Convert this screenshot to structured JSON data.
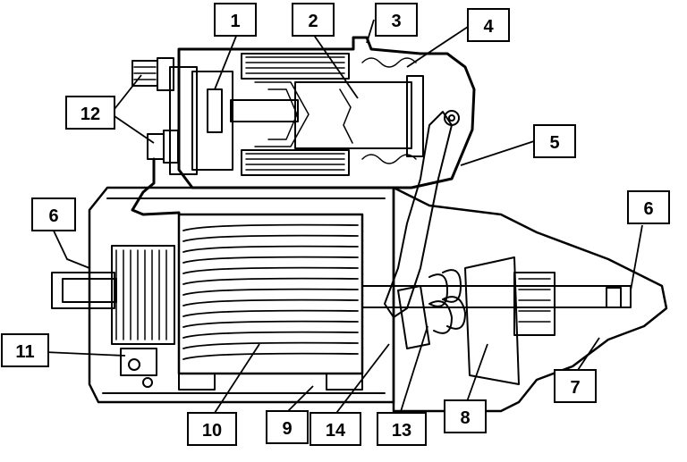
{
  "diagram": {
    "callouts": [
      {
        "id": "1",
        "label": "1"
      },
      {
        "id": "2",
        "label": "2"
      },
      {
        "id": "3",
        "label": "3"
      },
      {
        "id": "4",
        "label": "4"
      },
      {
        "id": "5",
        "label": "5"
      },
      {
        "id": "6a",
        "label": "6"
      },
      {
        "id": "6b",
        "label": "6"
      },
      {
        "id": "7",
        "label": "7"
      },
      {
        "id": "8",
        "label": "8"
      },
      {
        "id": "9",
        "label": "9"
      },
      {
        "id": "10",
        "label": "10"
      },
      {
        "id": "11",
        "label": "11"
      },
      {
        "id": "12",
        "label": "12"
      },
      {
        "id": "13",
        "label": "13"
      },
      {
        "id": "14",
        "label": "14"
      }
    ]
  },
  "colors": {
    "ink": "#000000",
    "paper": "#ffffff"
  }
}
